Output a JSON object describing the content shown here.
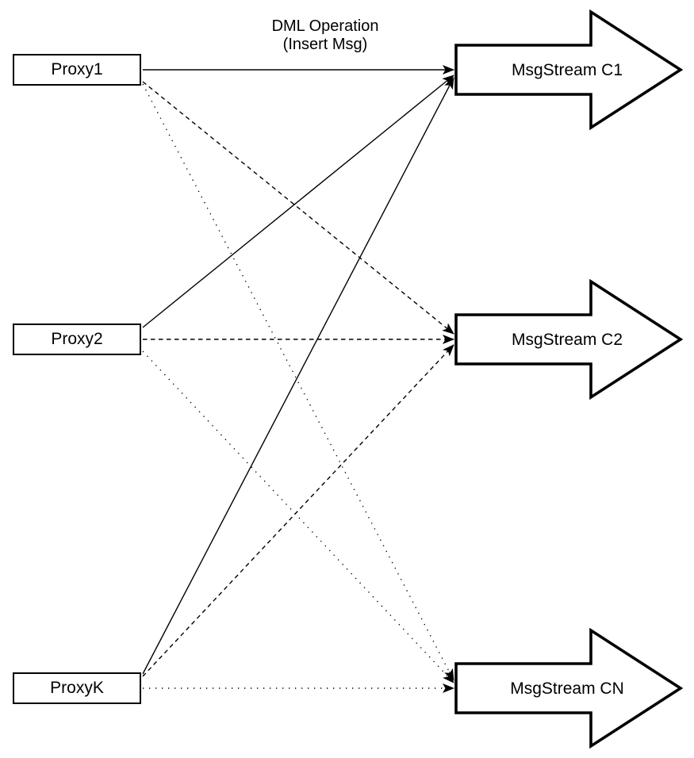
{
  "title": {
    "line1": "DML Operation",
    "line2": "(Insert Msg)"
  },
  "proxies": [
    {
      "id": "proxy1",
      "label": "Proxy1"
    },
    {
      "id": "proxy2",
      "label": "Proxy2"
    },
    {
      "id": "proxyK",
      "label": "ProxyK"
    }
  ],
  "streams": [
    {
      "id": "c1",
      "label": "MsgStream C1"
    },
    {
      "id": "c2",
      "label": "MsgStream C2"
    },
    {
      "id": "cn",
      "label": "MsgStream CN"
    }
  ],
  "edges": [
    {
      "from": "proxy1",
      "to": "c1",
      "style": "solid"
    },
    {
      "from": "proxy1",
      "to": "c2",
      "style": "dashed"
    },
    {
      "from": "proxy1",
      "to": "cn",
      "style": "dotted"
    },
    {
      "from": "proxy2",
      "to": "c1",
      "style": "solid"
    },
    {
      "from": "proxy2",
      "to": "c2",
      "style": "dashed"
    },
    {
      "from": "proxy2",
      "to": "cn",
      "style": "dotted"
    },
    {
      "from": "proxyK",
      "to": "c1",
      "style": "solid"
    },
    {
      "from": "proxyK",
      "to": "c2",
      "style": "dashed"
    },
    {
      "from": "proxyK",
      "to": "cn",
      "style": "dotted"
    }
  ],
  "colors": {
    "stroke": "#000000",
    "background": "#ffffff"
  }
}
